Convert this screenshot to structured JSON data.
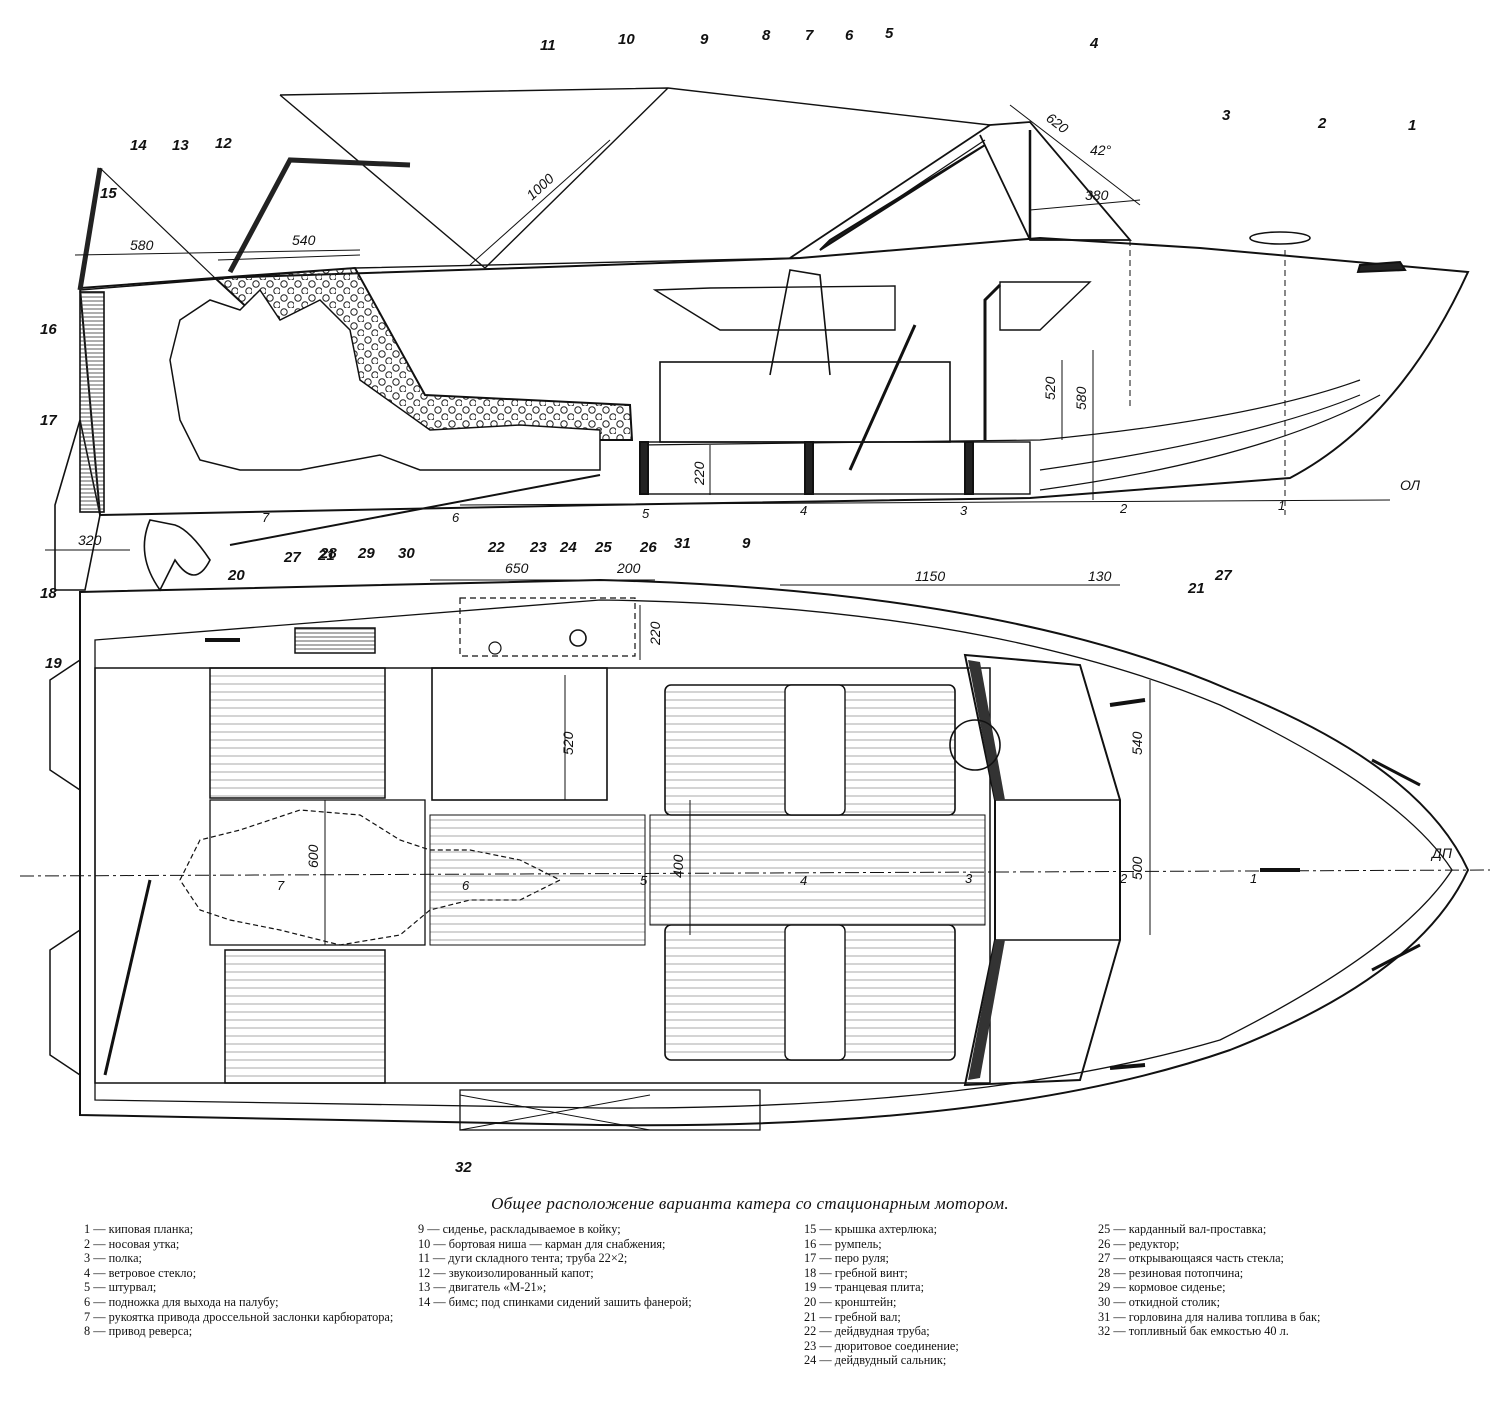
{
  "caption": "Общее расположение варианта катера со стационарным мотором.",
  "side_view": {
    "callouts": [
      "11",
      "10",
      "9",
      "8",
      "7",
      "6",
      "5",
      "4",
      "3",
      "2",
      "1",
      "14",
      "13",
      "12",
      "15",
      "16",
      "17",
      "18",
      "20",
      "27",
      "21",
      "22",
      "23",
      "24",
      "25",
      "26"
    ],
    "dimensions": {
      "d1000": "1000",
      "d620": "620",
      "d42": "42°",
      "d380": "380",
      "d580": "580",
      "d540": "540",
      "d520": "520",
      "d580b": "580",
      "d220": "220",
      "d320": "320"
    },
    "stations": [
      "7",
      "6",
      "5",
      "4",
      "3",
      "2",
      "1"
    ],
    "waterline": "ОЛ"
  },
  "plan_view": {
    "callouts": [
      "28",
      "29",
      "30",
      "31",
      "9",
      "21",
      "27",
      "19",
      "32"
    ],
    "dimensions": {
      "d650": "650",
      "d200": "200",
      "d220": "220",
      "d1150": "1150",
      "d130": "130",
      "d520": "520",
      "d540": "540",
      "d500": "500",
      "d600": "600",
      "d400": "400"
    },
    "stations": [
      "7",
      "6",
      "5",
      "4",
      "3",
      "2",
      "1"
    ],
    "centerline": "ДП"
  },
  "legend": [
    [
      "1 — киповая планка;",
      "2 — носовая утка;",
      "3 — полка;",
      "4 — ветровое стекло;",
      "5 — штурвал;",
      "6 — подножка для выхода на палубу;",
      "7 — рукоятка привода дроссельной заслонки карбюратора;",
      "8 — привод реверса;"
    ],
    [
      "9 — сиденье, раскладываемое в койку;",
      "10 — бортовая ниша — карман для снабжения;",
      "11 — дуги складного тента; труба 22×2;",
      "12 — звукоизолированный капот;",
      "13 — двигатель «М-21»;",
      "14 — бимс; под спинками сидений зашить фанерой;"
    ],
    [
      "15 — крышка ахтерлюка;",
      "16 — румпель;",
      "17 — перо руля;",
      "18 — гребной винт;",
      "19 — транцевая плита;",
      "20 — кронштейн;",
      "21 — гребной вал;",
      "22 — дейдвудная труба;",
      "23 — дюритовое соединение;",
      "24 — дейдвудный сальник;"
    ],
    [
      "25 — карданный вал-проставка;",
      "26 — редуктор;",
      "27 — открывающаяся часть стекла;",
      "28 — резиновая потопчина;",
      "29 — кормовое сиденье;",
      "30 — откидной столик;",
      "31 — горловина для налива топлива в бак;",
      "32 — топливный бак емкостью 40 л."
    ]
  ]
}
